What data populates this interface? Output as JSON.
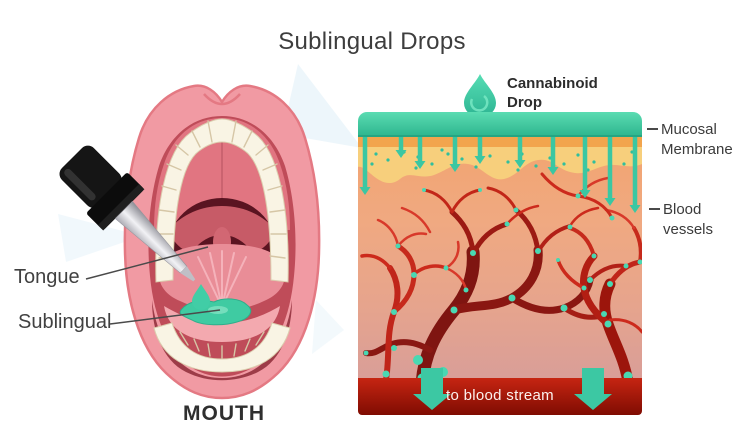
{
  "title": "Sublingual Drops",
  "left_figure": {
    "tongue_label": "Tongue",
    "sublingual_label": "Sublingual",
    "caption": "MOUTH"
  },
  "right_figure": {
    "drop_label": "Cannabinoid\nDrop",
    "mucosal_label": "Mucosal\nMembrane",
    "vessels_label": "Blood\nvessels",
    "bloodstream_label": "to blood stream"
  },
  "icons": {
    "cannabinoid_drop": "teardrop",
    "absorption_arrow": "down-arrow",
    "bloodstream_arrow": "large-down-arrow"
  },
  "colors": {
    "accent_teal": "#3ec9a4",
    "membrane_bar": "#3cc79e",
    "membrane_orange": "#f2a54d",
    "membrane_yellow": "#f7cf7c",
    "vessel_red": "#c0251a",
    "blood_band": "#9a1106",
    "mouth_pink": "#f19aa3",
    "text_dark": "#3d3d3d"
  }
}
